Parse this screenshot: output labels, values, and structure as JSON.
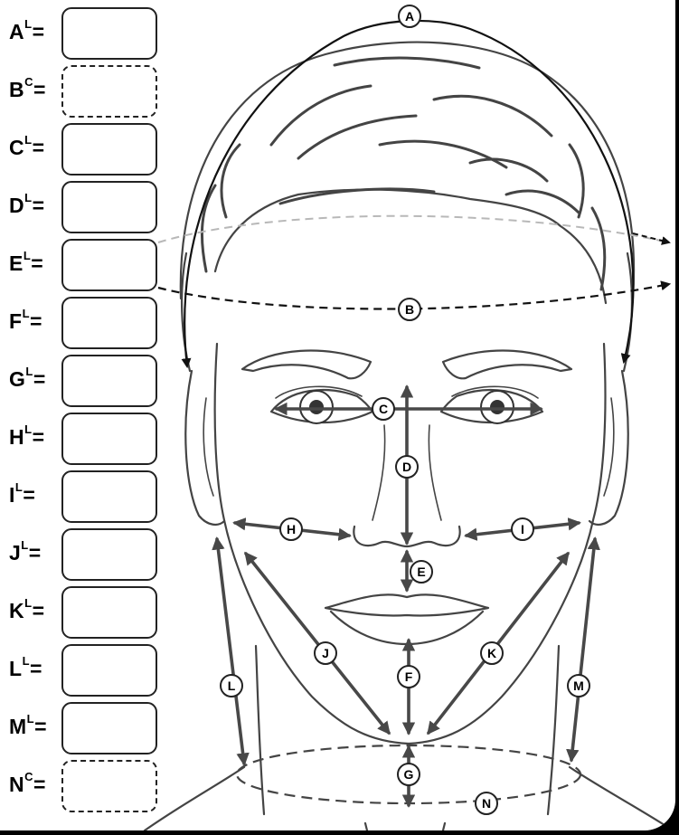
{
  "labels": [
    {
      "letter": "A",
      "sup": "L",
      "eq": "=",
      "style": "solid"
    },
    {
      "letter": "B",
      "sup": "C",
      "eq": "=",
      "style": "dashed"
    },
    {
      "letter": "C",
      "sup": "L",
      "eq": "=",
      "style": "solid"
    },
    {
      "letter": "D",
      "sup": "L",
      "eq": "=",
      "style": "solid"
    },
    {
      "letter": "E",
      "sup": "L",
      "eq": "=",
      "style": "solid"
    },
    {
      "letter": "F",
      "sup": "L",
      "eq": "=",
      "style": "solid"
    },
    {
      "letter": "G",
      "sup": "L",
      "eq": "=",
      "style": "solid"
    },
    {
      "letter": "H",
      "sup": "L",
      "eq": "=",
      "style": "solid"
    },
    {
      "letter": "I",
      "sup": "L",
      "eq": "=",
      "style": "solid"
    },
    {
      "letter": "J",
      "sup": "L",
      "eq": "=",
      "style": "solid"
    },
    {
      "letter": "K",
      "sup": "L",
      "eq": "=",
      "style": "solid"
    },
    {
      "letter": "L",
      "sup": "L",
      "eq": "=",
      "style": "solid"
    },
    {
      "letter": "M",
      "sup": "L",
      "eq": "=",
      "style": "solid"
    },
    {
      "letter": "N",
      "sup": "C",
      "eq": "=",
      "style": "dashed"
    }
  ],
  "markers": {
    "A": "A",
    "B": "B",
    "C": "C",
    "D": "D",
    "E": "E",
    "F": "F",
    "G": "G",
    "H": "H",
    "I": "I",
    "J": "J",
    "K": "K",
    "L": "L",
    "M": "M",
    "N": "N"
  },
  "colors": {
    "background": "#ffffff",
    "frame": "#000000",
    "line": "#444444",
    "measure": "#484848"
  }
}
